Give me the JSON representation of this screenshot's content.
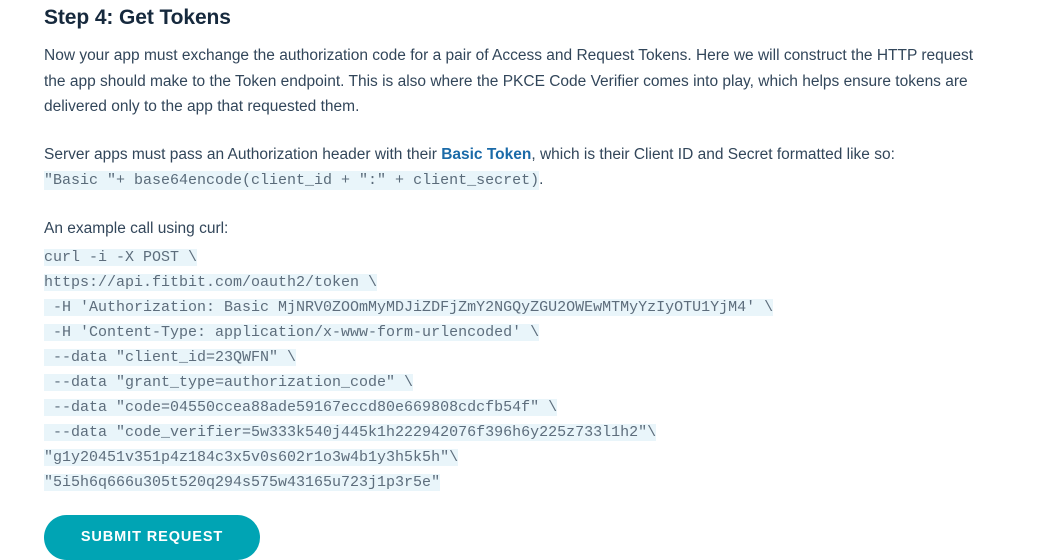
{
  "step": {
    "title": "Step 4: Get Tokens",
    "intro": "Now your app must exchange the authorization code for a pair of Access and Request Tokens. Here we will construct the HTTP request the app should make to the Token endpoint. This is also where the PKCE Code Verifier comes into play, which helps ensure tokens are delivered only to the app that requested them."
  },
  "auth_header": {
    "text_before_link": "Server apps must pass an Authorization header with their ",
    "link_label": "Basic Token",
    "text_after_link": ", which is their Client ID and Secret formatted like so: ",
    "code_part_1": "\"Basic \"",
    "code_part_2": "+ base64encode(client_id + \":\" + client_secret)",
    "trailing_period": "."
  },
  "example": {
    "caption": "An example call using curl:",
    "lines": [
      "curl -i -X POST \\",
      "https://api.fitbit.com/oauth2/token \\",
      " -H 'Authorization: Basic MjNRV0ZOOmMyMDJiZDFjZmY2NGQyZGU2OWEwMTMyYzIyOTU1YjM4' \\",
      " -H 'Content-Type: application/x-www-form-urlencoded' \\",
      " --data \"client_id=23QWFN\" \\",
      " --data \"grant_type=authorization_code\" \\",
      " --data \"code=04550ccea88ade59167eccd80e669808cdcfb54f\" \\",
      " --data \"code_verifier=5w333k540j445k1h222942076f396h6y225z733l1h2\"\\",
      "\"g1y20451v351p4z184c3x5v0s602r1o3w4b1y3h5k5h\"\\",
      "\"5i5h6q666u305t520q294s575w43165u723j1p3r5e\""
    ]
  },
  "actions": {
    "submit_label": "SUBMIT REQUEST"
  },
  "colors": {
    "accent_button": "#00a4b4",
    "link": "#1a6aa8",
    "code_background": "#e9f5fa",
    "heading_text": "#16293d",
    "body_text": "#32465a"
  }
}
